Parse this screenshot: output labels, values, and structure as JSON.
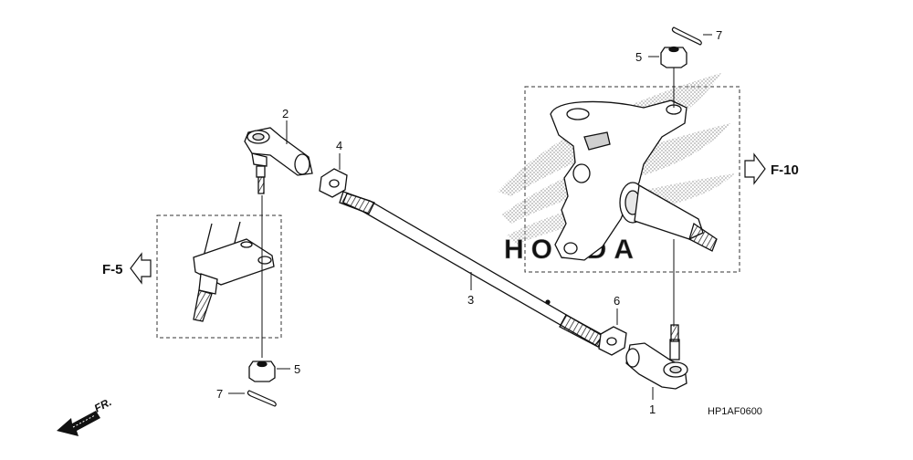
{
  "callouts": {
    "tie_rod_end_right": "1",
    "tie_rod_end_left": "2",
    "tie_rod": "3",
    "lock_nut_left": "4",
    "castle_nut_left": "5",
    "castle_nut_right": "5",
    "lock_nut_right": "6",
    "cotter_pin_left": "7",
    "cotter_pin_right": "7"
  },
  "references": {
    "left": "F-5",
    "right": "F-10"
  },
  "front_indicator": "FR.",
  "diagram_code": "HP1AF0600",
  "watermark": "HONDA",
  "colors": {
    "line": "#111111",
    "part_fill": "#ffffff",
    "shade": "#9a9a9a",
    "watermark": "#c8c8c8"
  }
}
